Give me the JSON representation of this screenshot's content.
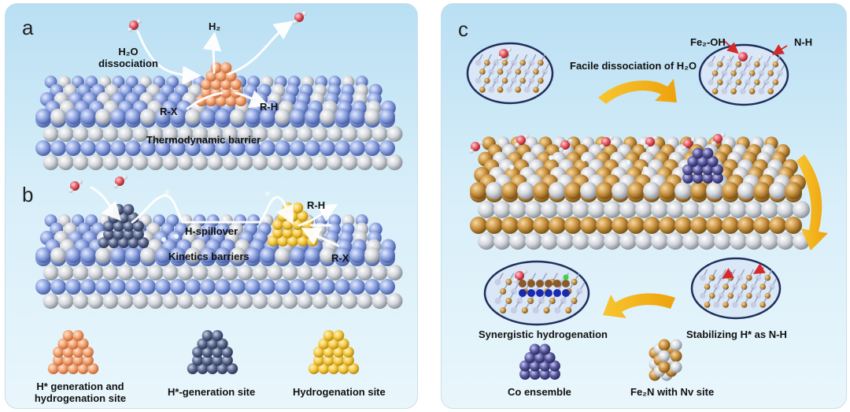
{
  "panels": {
    "a": {
      "letter": "a",
      "h2o_dissociation": [
        "H₂O",
        "dissociation"
      ],
      "h2": "H₂",
      "rx": "R-X",
      "rh": "R-H",
      "barrier": "Thermodynamic barrier"
    },
    "b": {
      "letter": "b",
      "rh": "R-H",
      "rx": "R-X",
      "spillover": "H-spillover",
      "kinetics": "Kinetics barriers"
    },
    "c": {
      "letter": "c",
      "facile": "Facile dissociation of H₂O",
      "fe2oh": "Fe₂-OH",
      "nh": "N-H",
      "synergistic": "Synergistic hydrogenation",
      "stabilizing": "Stabilizing H* as N-H",
      "co_ensemble": "Co ensemble",
      "fe2n": "Fe₂N with Nv site"
    }
  },
  "legend_left": [
    {
      "label": "H* generation and hydrogenation site",
      "color": "#f2a272"
    },
    {
      "label": "H*-generation site",
      "color": "#5c6a8e"
    },
    {
      "label": "Hydrogenation site",
      "color": "#f6c944"
    }
  ],
  "colors": {
    "blue_atom": "#8ea4e0",
    "gray_atom": "#d4d7dc",
    "gold_atom": "#c9923f",
    "co_atom": "#5a5aa0",
    "arrow": "#f3b512",
    "water_o": "#e5535d"
  }
}
